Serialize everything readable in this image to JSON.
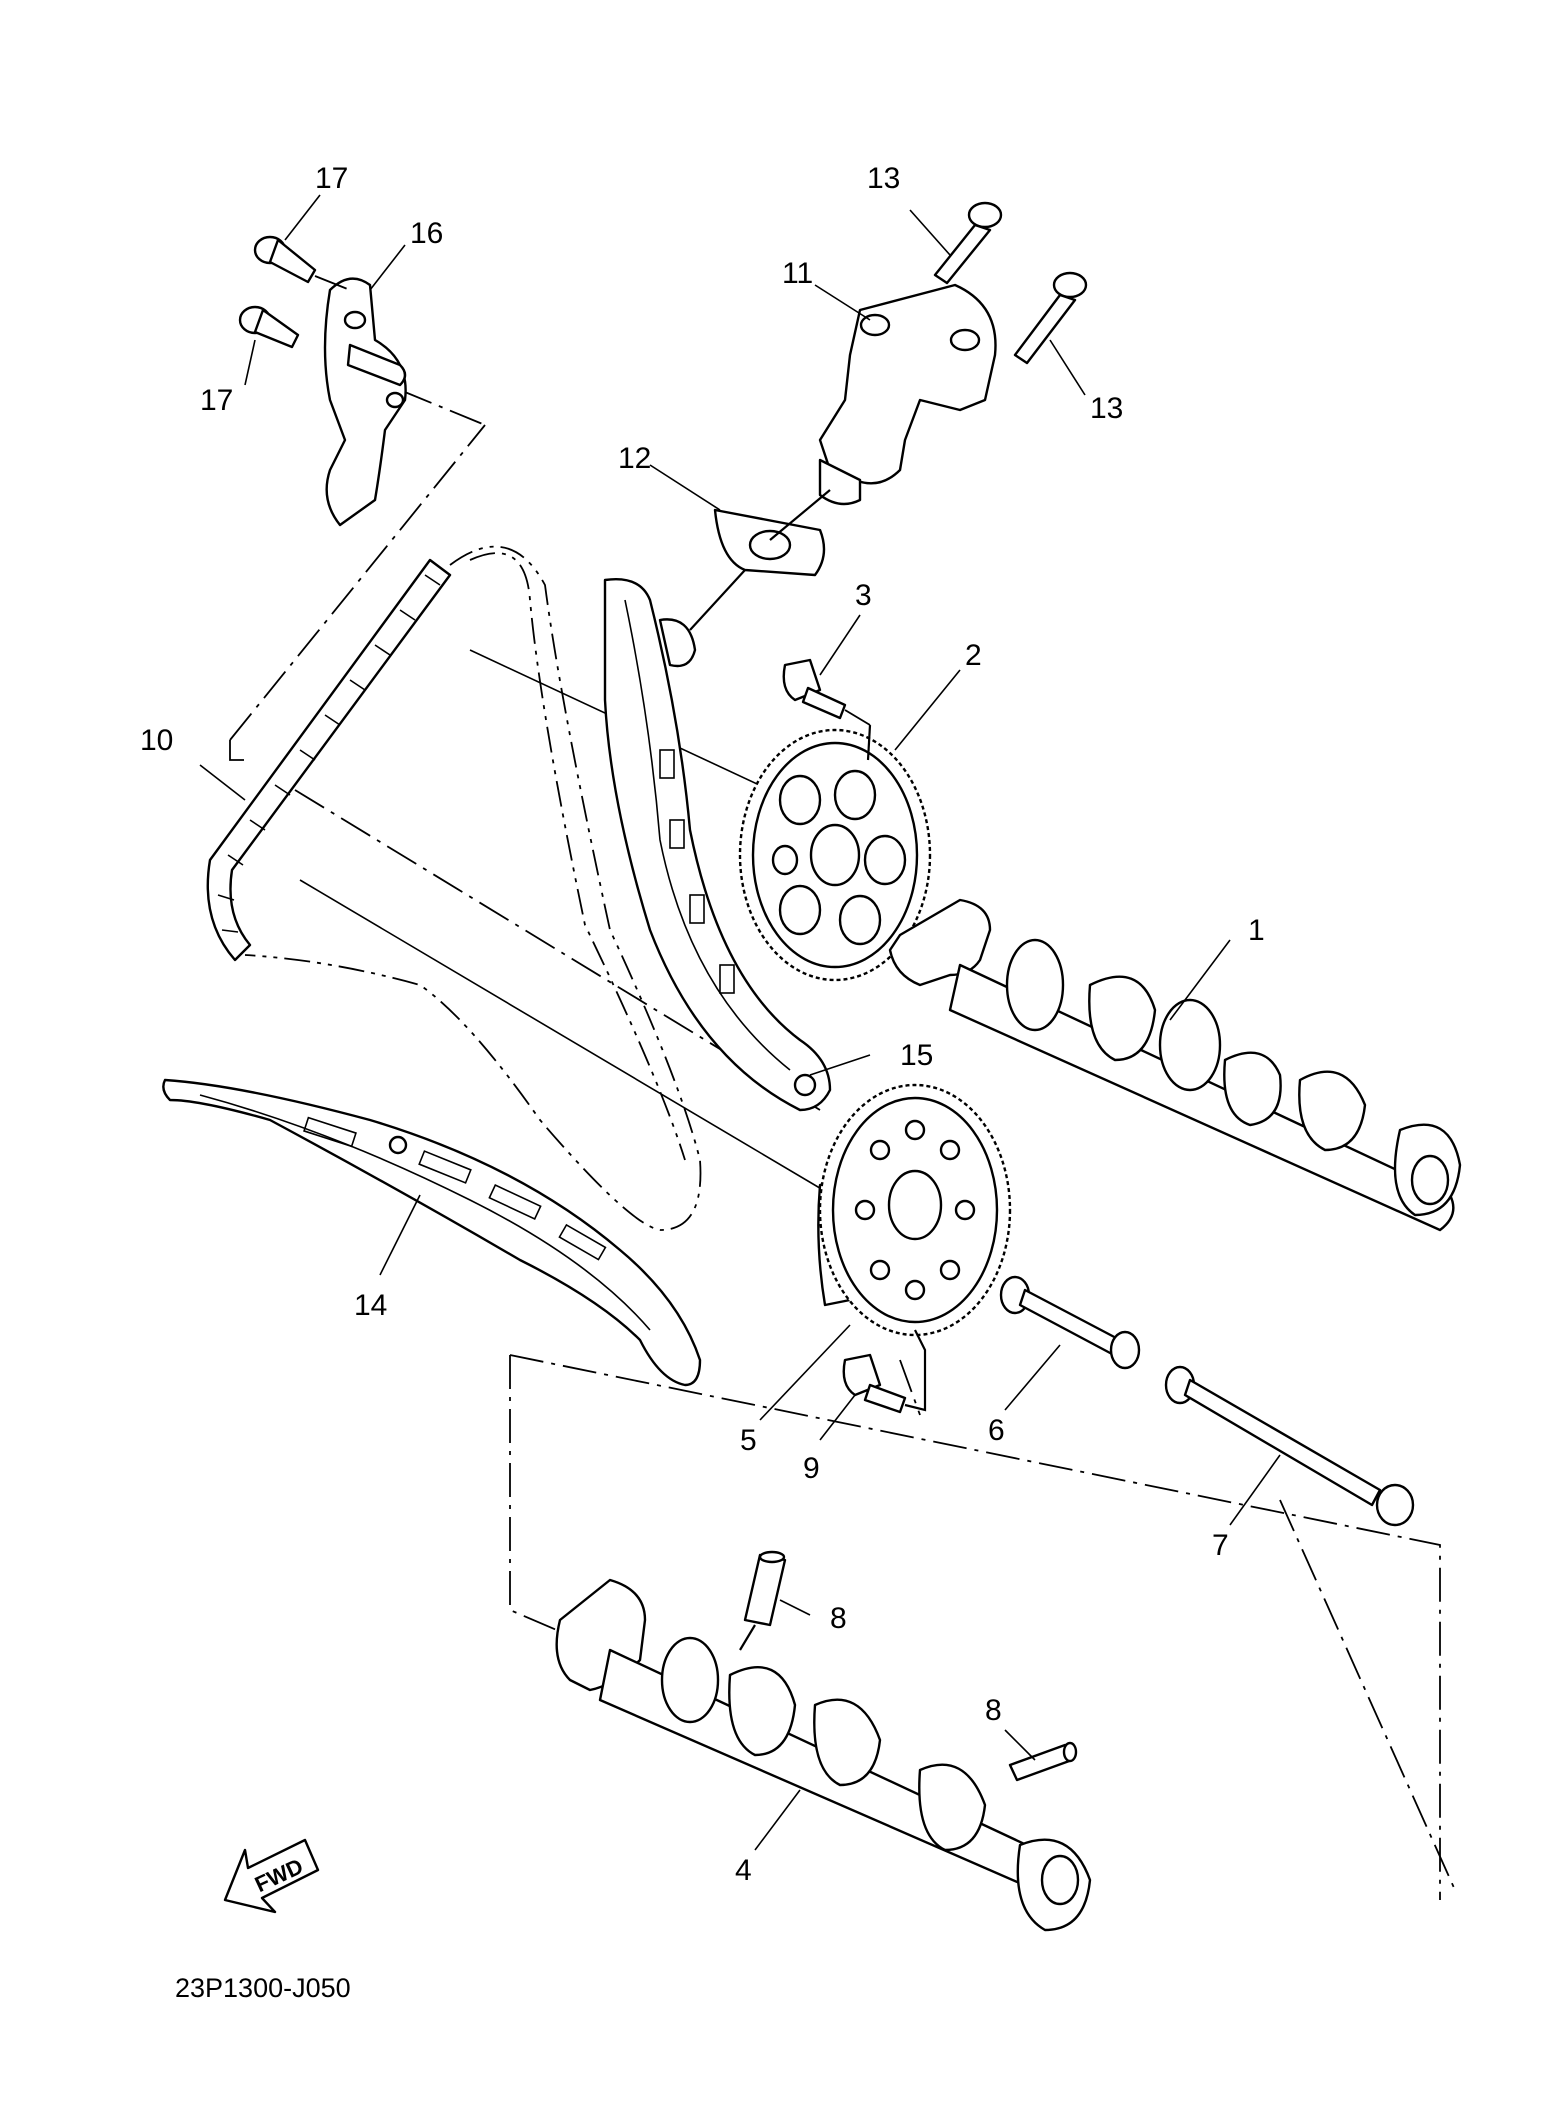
{
  "diagram": {
    "code": "23P1300-J050",
    "fwd_label": "FWD",
    "callouts": [
      {
        "id": "1",
        "text": "1"
      },
      {
        "id": "2",
        "text": "2"
      },
      {
        "id": "3",
        "text": "3"
      },
      {
        "id": "4",
        "text": "4"
      },
      {
        "id": "5",
        "text": "5"
      },
      {
        "id": "6",
        "text": "6"
      },
      {
        "id": "7",
        "text": "7"
      },
      {
        "id": "8a",
        "text": "8"
      },
      {
        "id": "8b",
        "text": "8"
      },
      {
        "id": "9",
        "text": "9"
      },
      {
        "id": "10",
        "text": "10"
      },
      {
        "id": "11",
        "text": "11"
      },
      {
        "id": "12",
        "text": "12"
      },
      {
        "id": "13a",
        "text": "13"
      },
      {
        "id": "13b",
        "text": "13"
      },
      {
        "id": "14",
        "text": "14"
      },
      {
        "id": "15",
        "text": "15"
      },
      {
        "id": "16",
        "text": "16"
      },
      {
        "id": "17a",
        "text": "17"
      },
      {
        "id": "17b",
        "text": "17"
      }
    ]
  }
}
